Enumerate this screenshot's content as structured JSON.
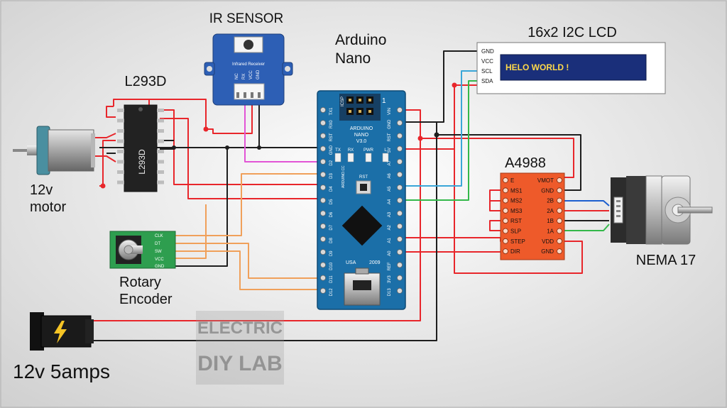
{
  "labels": {
    "ir_sensor": "IR SENSOR",
    "ir_module": "Infrared Receiver",
    "ir_pins": [
      "NC",
      "RX",
      "VCC",
      "GND"
    ],
    "arduino_line1": "Arduino",
    "arduino_line2": "Nano",
    "l293d_title": "L293D",
    "l293d_chip": "L293D",
    "lcd_title": "16x2 I2C LCD",
    "lcd_text": "HELO WORLD !",
    "lcd_pins": [
      "GND",
      "VCC",
      "SCL",
      "SDA"
    ],
    "a4988_title": "A4988",
    "motor_line1": "12v",
    "motor_line2": "motor",
    "encoder_line1": "Rotary",
    "encoder_line2": "Encoder",
    "encoder_pins": [
      "CLK",
      "DT",
      "SW",
      "VCC",
      "GND"
    ],
    "nema": "NEMA 17",
    "power": "12v 5amps",
    "watermark_line1": "ELECTRIC",
    "watermark_line2": "DIY LAB"
  },
  "nano": {
    "board_line1": "ARDUINO",
    "board_line2": "NANO",
    "board_line3": "V3.0",
    "icsp": "ICSP",
    "icsp_num": "1",
    "leds": [
      "TX",
      "RX",
      "PWR",
      "L"
    ],
    "rst": "RST",
    "usa": "USA",
    "year": "2009",
    "side": "ARDUINO.CC",
    "left_pins": [
      "TX1",
      "RX0",
      "RST",
      "GND",
      "D2",
      "D3",
      "D4",
      "D5",
      "D6",
      "D7",
      "D8",
      "D9",
      "D10",
      "D11",
      "D12"
    ],
    "right_pins": [
      "VIN",
      "GND",
      "RST",
      "5V",
      "A7",
      "A6",
      "A5",
      "A4",
      "A3",
      "A2",
      "A1",
      "A0",
      "REF",
      "3V3",
      "D13"
    ]
  },
  "a4988": {
    "left_pins": [
      "E",
      "MS1",
      "MS2",
      "MS3",
      "RST",
      "SLP",
      "STEP",
      "DIR"
    ],
    "right_pins": [
      "VMOT",
      "GND",
      "2B",
      "2A",
      "1B",
      "1A",
      "VDD",
      "GND"
    ]
  },
  "colors": {
    "red": "#e8262b",
    "black": "#1e1e1e",
    "orange": "#f0a05a",
    "magenta": "#e254d6",
    "blue": "#1d5fcf",
    "green": "#33b84a",
    "cyan": "#3aa6d8",
    "nano_board": "#1b6fa8",
    "lcd_screen": "#1a2f7a",
    "lcd_text": "#ffd94a",
    "a4988_board": "#ee5a2a",
    "encoder_board": "#2e9e4f"
  }
}
